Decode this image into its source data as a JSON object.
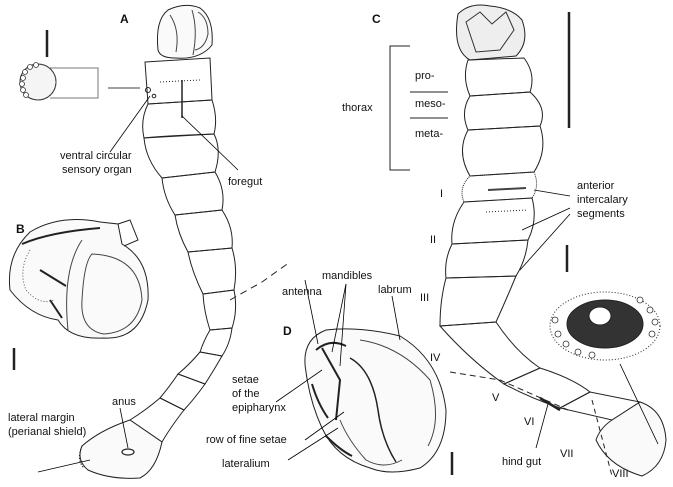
{
  "panels": {
    "a": "A",
    "b": "B",
    "c": "C",
    "d": "D"
  },
  "labels": {
    "ventral_circular": "ventral circular",
    "sensory_organ": "sensory organ",
    "foregut": "foregut",
    "lateral_margin": "lateral margin",
    "perianal_shield": "(perianal shield)",
    "anus": "anus",
    "thorax": "thorax",
    "pro": "pro-",
    "meso": "meso-",
    "meta": "meta-",
    "anterior": "anterior",
    "intercalary": "intercalary",
    "segments": "segments",
    "mandibles": "mandibles",
    "antenna": "antenna",
    "labrum": "labrum",
    "setae_of_the": "setae",
    "of_the_epipharynx_1": "of the",
    "epipharynx": "epipharynx",
    "row_of_fine_setae": "row of fine setae",
    "lateralium": "lateralium",
    "hind_gut": "hind gut"
  },
  "segment_numbers": [
    "I",
    "II",
    "III",
    "IV",
    "V",
    "VI",
    "VII",
    "VIII"
  ]
}
